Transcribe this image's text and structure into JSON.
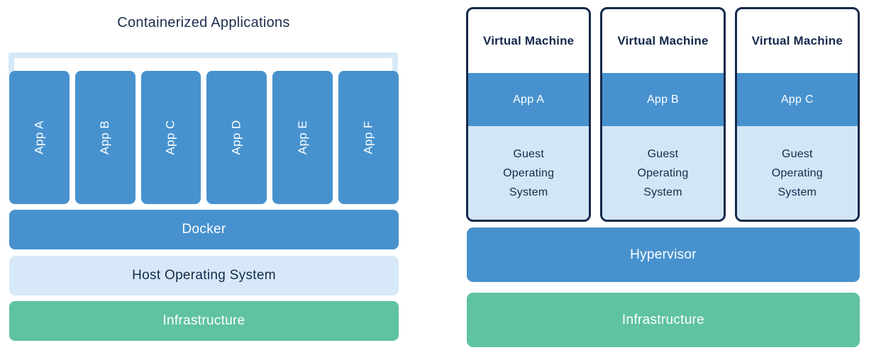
{
  "left": {
    "title": "Containerized Applications",
    "apps": [
      "App A",
      "App B",
      "App C",
      "App D",
      "App E",
      "App F"
    ],
    "layers": [
      {
        "label": "Docker"
      },
      {
        "label": "Host Operating System"
      },
      {
        "label": "Infrastructure"
      }
    ]
  },
  "right": {
    "vms": [
      {
        "title": "Virtual Machine",
        "app": "App A",
        "os": "Guest Operating System"
      },
      {
        "title": "Virtual Machine",
        "app": "App B",
        "os": "Guest Operating System"
      },
      {
        "title": "Virtual Machine",
        "app": "App C",
        "os": "Guest Operating System"
      }
    ],
    "layers": [
      {
        "label": "Hypervisor"
      },
      {
        "label": "Infrastructure"
      }
    ]
  },
  "colors": {
    "accent_blue": "#4792ce",
    "light_blue_host": "#d7e9f8",
    "light_blue_guest": "#d2e6f7",
    "bracket_blue": "#d6e9f8",
    "green": "#5fc2a3",
    "navy_border": "#15294b",
    "navy_text": "#1d2d50",
    "white_text": "#ffffff"
  }
}
